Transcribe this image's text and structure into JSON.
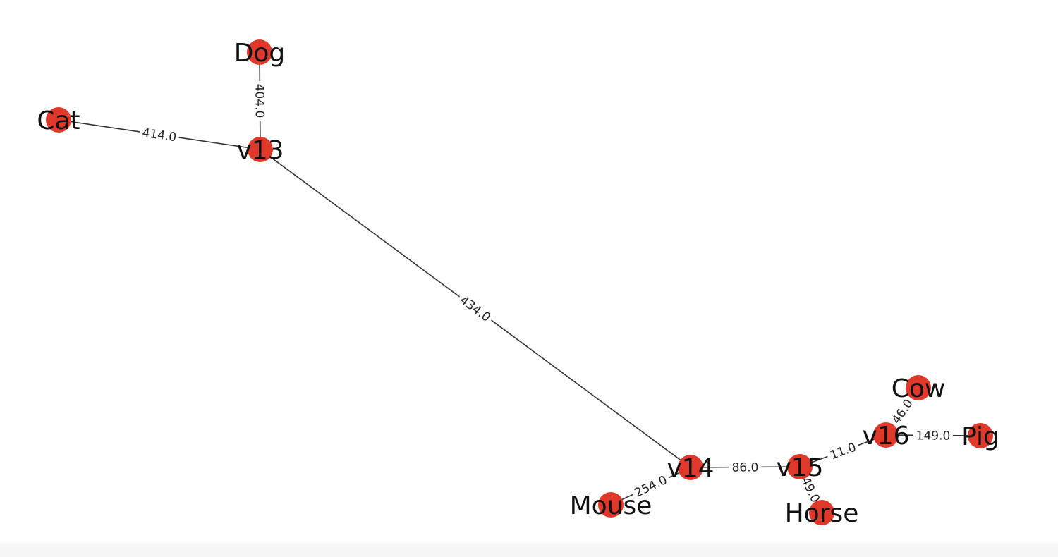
{
  "graph": {
    "colors": {
      "node": "#e0392b",
      "edge": "#333333",
      "label": "#111111"
    },
    "nodes": [
      {
        "id": "Dog",
        "label": "Dog"
      },
      {
        "id": "Cat",
        "label": "Cat"
      },
      {
        "id": "v13",
        "label": "v13"
      },
      {
        "id": "v14",
        "label": "v14"
      },
      {
        "id": "Mouse",
        "label": "Mouse"
      },
      {
        "id": "v15",
        "label": "v15"
      },
      {
        "id": "Horse",
        "label": "Horse"
      },
      {
        "id": "v16",
        "label": "v16"
      },
      {
        "id": "Cow",
        "label": "Cow"
      },
      {
        "id": "Pig",
        "label": "Pig"
      }
    ],
    "edges": [
      {
        "source": "v13",
        "target": "Dog",
        "weight": "404.0"
      },
      {
        "source": "Cat",
        "target": "v13",
        "weight": "414.0"
      },
      {
        "source": "v13",
        "target": "v14",
        "weight": "434.0"
      },
      {
        "source": "v14",
        "target": "Mouse",
        "weight": "254.0"
      },
      {
        "source": "v14",
        "target": "v15",
        "weight": "86.0"
      },
      {
        "source": "v15",
        "target": "v16",
        "weight": "11.0"
      },
      {
        "source": "v15",
        "target": "Horse",
        "weight": "49.0"
      },
      {
        "source": "v16",
        "target": "Cow",
        "weight": "46.0"
      },
      {
        "source": "v16",
        "target": "Pig",
        "weight": "149.0"
      }
    ]
  }
}
